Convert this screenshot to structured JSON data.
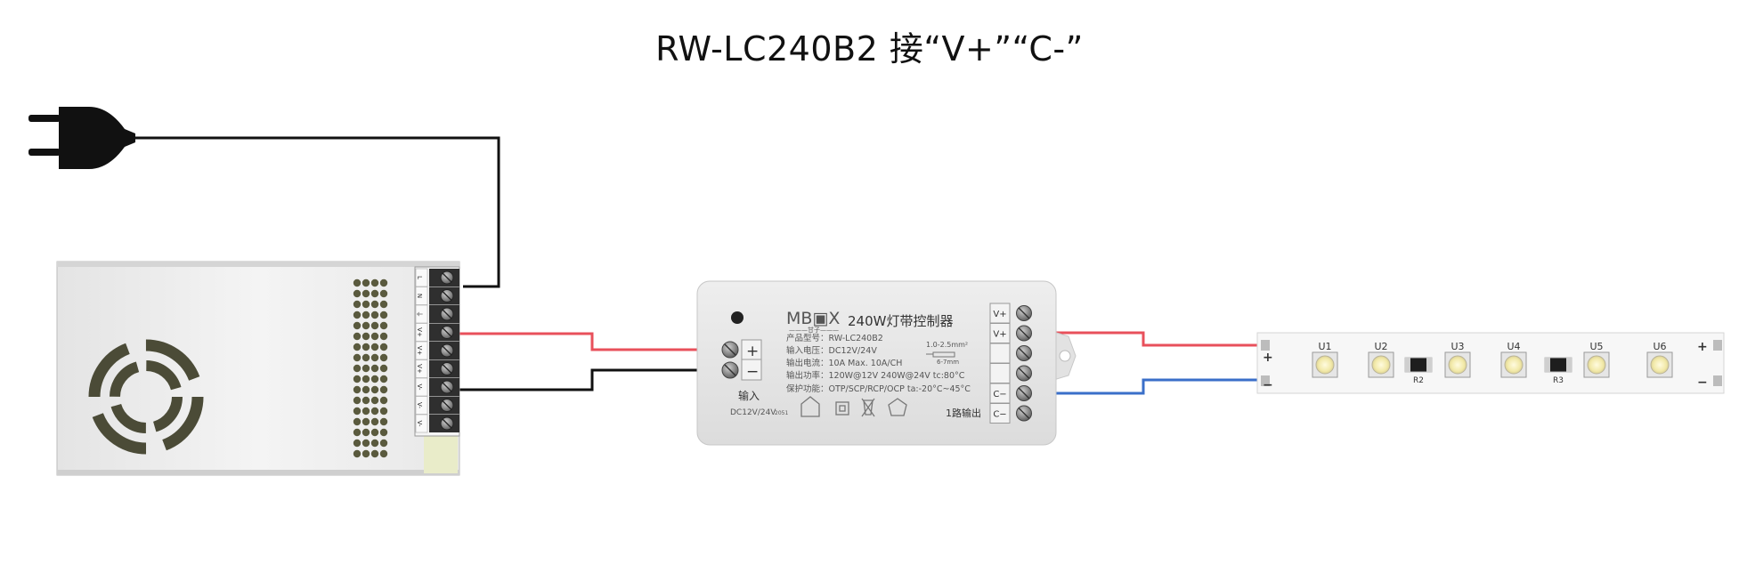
{
  "title": "RW-LC240B2 接“V+”“C-”",
  "psu": {
    "terminals": [
      "L",
      "N",
      "⏚",
      "V+",
      "V+",
      "V+",
      "V-",
      "V-",
      "V-"
    ]
  },
  "controller": {
    "brand": "MB▣X",
    "brand_sub": "———甘子———",
    "heading": "240W灯带控制器",
    "specs": [
      "产品型号：RW-LC240B2",
      "输入电压：DC12V/24V",
      "输出电流：10A  Max.  10A/CH",
      "输出功率：120W@12V   240W@24V     tc:80°C",
      "保护功能：OTP/SCP/RCP/OCP   ta:-20°C~45°C"
    ],
    "wire_gauge": "1.0-2.5mm²",
    "strip_length": "6-7mm",
    "input_plus": "+",
    "input_minus": "−",
    "input_label": "输入",
    "input_voltage": "DC12V/24V",
    "output_terminals": [
      "V+",
      "V+",
      "",
      "",
      "C−",
      "C−"
    ],
    "output_label": "1路输出",
    "code": "2051"
  },
  "strip": {
    "leds": [
      "U1",
      "U2",
      "U3",
      "U4",
      "U5",
      "U6"
    ],
    "resistors": [
      "R2",
      "R3"
    ],
    "plus": "+",
    "minus": "−"
  },
  "colors": {
    "wire_black": "#111111",
    "wire_red": "#e8505b",
    "wire_blue": "#3a6fc9"
  }
}
